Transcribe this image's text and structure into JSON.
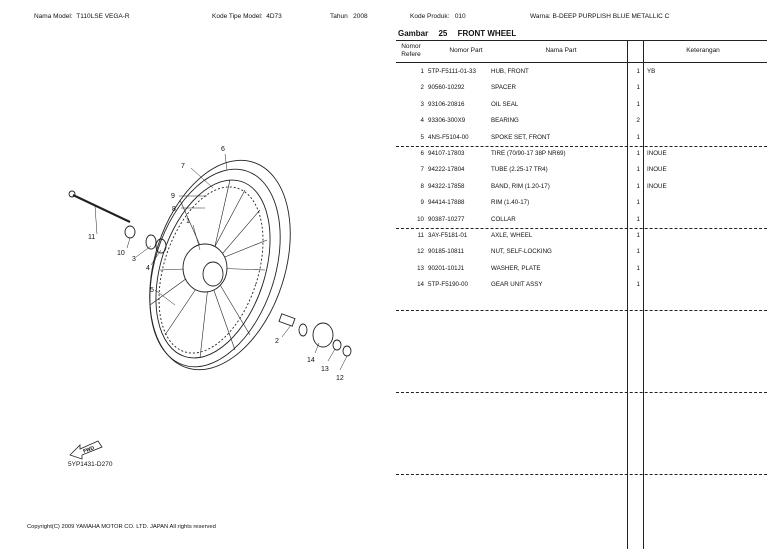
{
  "header": {
    "model_label": "Nama Model:",
    "model_value": "T110LSE VEGA-R",
    "type_label": "Kode Tipe Model:",
    "type_value": "4D73",
    "year_label": "Tahun",
    "year_value": "2008",
    "product_label": "Kode Produk:",
    "product_value": "010",
    "color_label": "Warna:",
    "color_value": "B-DEEP PURPLISH BLUE METALLIC C"
  },
  "figure": {
    "label": "Gambar",
    "number": "25",
    "name": "FRONT WHEEL",
    "diagram_code": "5YP1431-D270",
    "fwd_label": "FWD"
  },
  "columns": {
    "ref": "Nomor Refere",
    "part": "Nomor Part",
    "name": "Nama Part",
    "ket": "Keterangan"
  },
  "parts": [
    {
      "ref": "1",
      "part": "5TP-F5111-01-33",
      "name": "HUB, FRONT",
      "qty": "1",
      "ket": "YB"
    },
    {
      "ref": "2",
      "part": "90560-10292",
      "name": "SPACER",
      "qty": "1",
      "ket": ""
    },
    {
      "ref": "3",
      "part": "93106-20816",
      "name": "OIL SEAL",
      "qty": "1",
      "ket": ""
    },
    {
      "ref": "4",
      "part": "93306-300X9",
      "name": "BEARING",
      "qty": "2",
      "ket": ""
    },
    {
      "ref": "5",
      "part": "4NS-F5104-00",
      "name": "SPOKE SET, FRONT",
      "qty": "1",
      "ket": ""
    },
    {
      "ref": "6",
      "part": "94107-17803",
      "name": "TIRE (70/90-17 38P NR69)",
      "qty": "1",
      "ket": "INOUE"
    },
    {
      "ref": "7",
      "part": "94222-17804",
      "name": "TUBE (2.25-17 TR4)",
      "qty": "1",
      "ket": "INOUE"
    },
    {
      "ref": "8",
      "part": "94322-17858",
      "name": "BAND, RIM (1.20-17)",
      "qty": "1",
      "ket": "INOUE"
    },
    {
      "ref": "9",
      "part": "94414-17888",
      "name": "RIM (1.40-17)",
      "qty": "1",
      "ket": ""
    },
    {
      "ref": "10",
      "part": "90387-10277",
      "name": "COLLAR",
      "qty": "1",
      "ket": ""
    },
    {
      "ref": "11",
      "part": "3AY-F5181-01",
      "name": "AXLE, WHEEL",
      "qty": "1",
      "ket": ""
    },
    {
      "ref": "12",
      "part": "90185-10811",
      "name": "NUT, SELF-LOCKING",
      "qty": "1",
      "ket": ""
    },
    {
      "ref": "13",
      "part": "90201-101J1",
      "name": "WASHER, PLATE",
      "qty": "1",
      "ket": ""
    },
    {
      "ref": "14",
      "part": "5TP-F5190-00",
      "name": "GEAR UNIT ASSY",
      "qty": "1",
      "ket": ""
    }
  ],
  "callouts": [
    "1",
    "2",
    "3",
    "4",
    "5",
    "6",
    "7",
    "8",
    "9",
    "10",
    "11",
    "12",
    "13",
    "14"
  ],
  "footer": {
    "copyright": "Copyright(C) 2009 YAMAHA MOTOR CO. LTD. JAPAN All rights reserved"
  }
}
